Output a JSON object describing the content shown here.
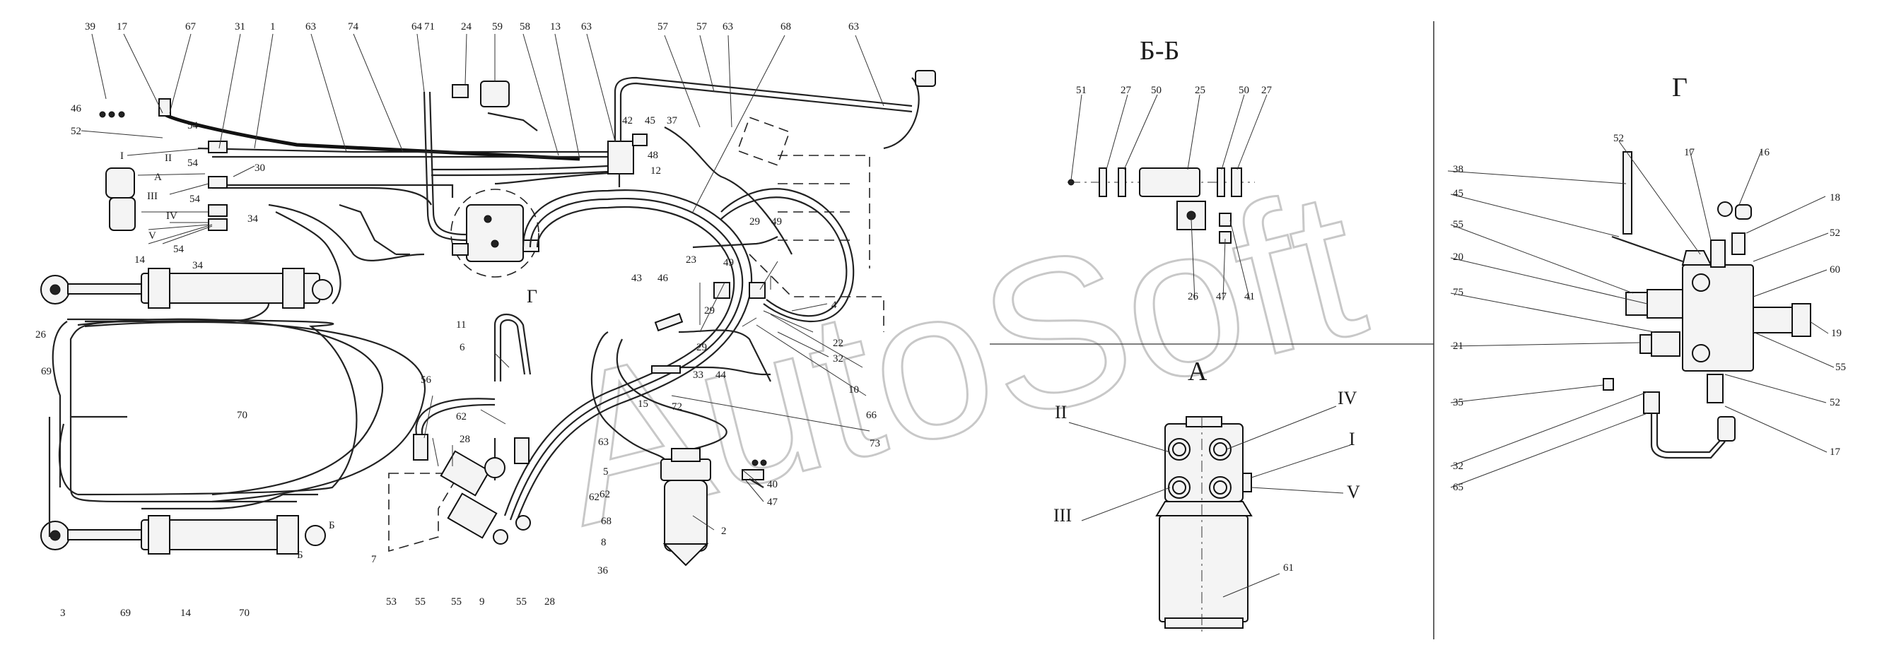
{
  "watermark": "AutoSoft",
  "section_titles": {
    "bb": "Б-Б",
    "a": "А",
    "g": "Г"
  },
  "callouts": {
    "main": [
      "39",
      "17",
      "67",
      "31",
      "1",
      "63",
      "74",
      "64",
      "71",
      "24",
      "59",
      "58",
      "13",
      "63",
      "57",
      "57",
      "63",
      "68",
      "63",
      "46",
      "52",
      "54",
      "I",
      "II",
      "54",
      "30",
      "III",
      "IV",
      "54",
      "34",
      "V",
      "54",
      "34",
      "42",
      "45",
      "37",
      "48",
      "12",
      "14",
      "26",
      "69",
      "70",
      "11",
      "6",
      "56",
      "62",
      "28",
      "62",
      "3",
      "69",
      "14",
      "70",
      "7",
      "53",
      "55",
      "55",
      "9",
      "55",
      "28",
      "36",
      "8",
      "68",
      "5",
      "62",
      "15",
      "63",
      "72",
      "33",
      "44",
      "29",
      "43",
      "46",
      "23",
      "29",
      "49",
      "29",
      "49",
      "4",
      "32",
      "22",
      "10",
      "66",
      "73",
      "40",
      "47",
      "2",
      "Г",
      "Б",
      "Б",
      "А"
    ],
    "bb": [
      "51",
      "27",
      "50",
      "25",
      "50",
      "27",
      "26",
      "47",
      "41"
    ],
    "a": [
      "II",
      "IV",
      "I",
      "III",
      "V",
      "61"
    ],
    "g": [
      "38",
      "52",
      "17",
      "16",
      "45",
      "18",
      "55",
      "52",
      "20",
      "60",
      "75",
      "19",
      "21",
      "55",
      "35",
      "52",
      "32",
      "17",
      "65"
    ]
  }
}
